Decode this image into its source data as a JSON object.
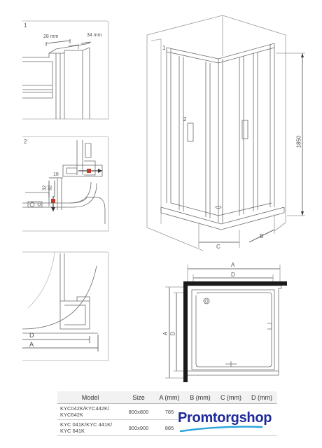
{
  "panels": {
    "detail1": {
      "number": "1",
      "dim_a": "28 mm",
      "dim_b": "34 mm"
    },
    "detail2": {
      "number": "2",
      "dim_a": "18",
      "dim_b": "32",
      "dim_c": "32"
    },
    "detail3": {
      "label_d": "D",
      "label_a": "A"
    }
  },
  "perspective": {
    "marker1": "1",
    "marker2": "2",
    "height": "1850",
    "label_c": "C",
    "label_b": "B"
  },
  "plan": {
    "label_a": "A",
    "label_d": "D",
    "side_a": "A",
    "side_d": "D"
  },
  "table": {
    "headers": [
      "Model",
      "Size",
      "A (mm)",
      "B (mm)",
      "C (mm)",
      "D (mm)"
    ],
    "rows": [
      {
        "model": "KYC042K/KYC442K/ KYC642K",
        "size": "800x800",
        "a": "785"
      },
      {
        "model": "KYC 041K/KYC 441K/ KYC 641K",
        "size": "900x900",
        "a": "885"
      }
    ]
  },
  "logo": {
    "part1": "Promtorg",
    "part2": "shop"
  },
  "colors": {
    "line": "#6a6a6a",
    "brand": "#1e2a9a",
    "accent": "#29a3d9"
  }
}
